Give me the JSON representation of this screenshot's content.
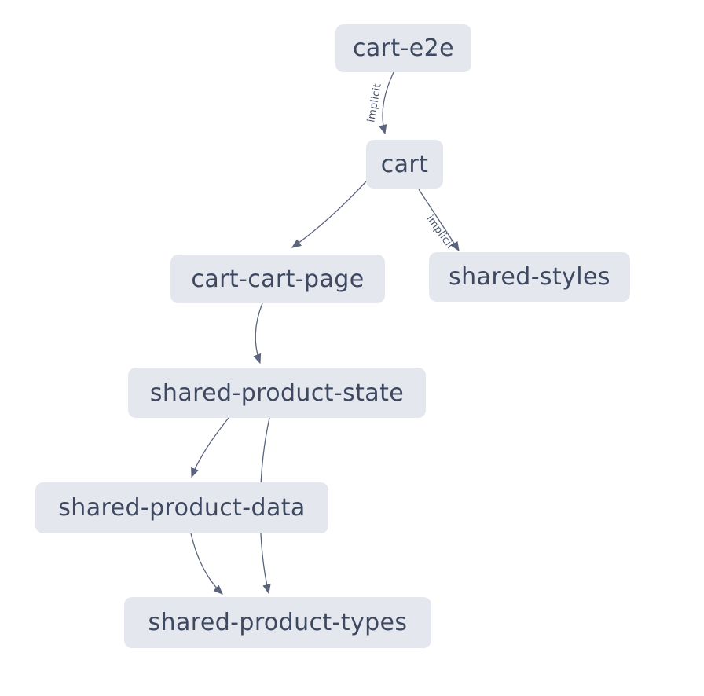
{
  "diagram": {
    "kind": "project-dependency-graph",
    "nodes": [
      {
        "id": "cart-e2e",
        "label": "cart-e2e"
      },
      {
        "id": "cart",
        "label": "cart"
      },
      {
        "id": "cart-cart-page",
        "label": "cart-cart-page"
      },
      {
        "id": "shared-styles",
        "label": "shared-styles"
      },
      {
        "id": "shared-product-state",
        "label": "shared-product-state"
      },
      {
        "id": "shared-product-data",
        "label": "shared-product-data"
      },
      {
        "id": "shared-product-types",
        "label": "shared-product-types"
      }
    ],
    "edges": [
      {
        "source": "cart-e2e",
        "target": "cart",
        "label": "implicit"
      },
      {
        "source": "cart",
        "target": "cart-cart-page",
        "label": ""
      },
      {
        "source": "cart",
        "target": "shared-styles",
        "label": "implicit"
      },
      {
        "source": "cart-cart-page",
        "target": "shared-product-state",
        "label": ""
      },
      {
        "source": "shared-product-state",
        "target": "shared-product-data",
        "label": ""
      },
      {
        "source": "shared-product-state",
        "target": "shared-product-types",
        "label": ""
      },
      {
        "source": "shared-product-data",
        "target": "shared-product-types",
        "label": ""
      }
    ],
    "colors": {
      "background": "#ffffff",
      "node_fill": "#e4e8ee",
      "node_text": "#3e4961",
      "edge_stroke": "#5a647d",
      "edge_label": "#47526b"
    }
  }
}
